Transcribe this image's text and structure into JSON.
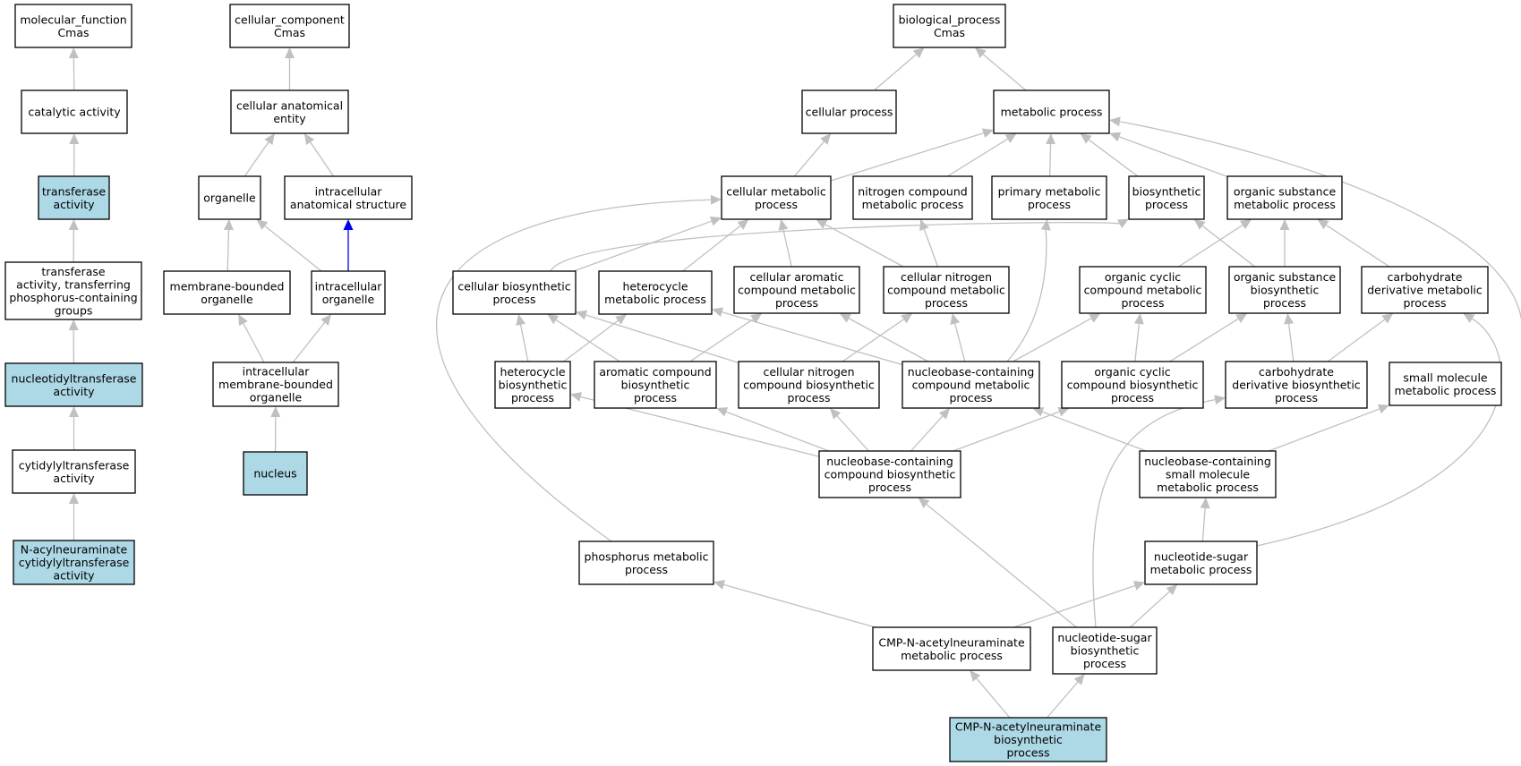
{
  "colors": {
    "highlight_fill": "#add8e6",
    "node_fill": "#ffffff",
    "edge_color": "#c0c0c0",
    "part_of_edge_color": "#0000ee"
  },
  "nodes": {
    "mf_root": {
      "lines": [
        "molecular_function",
        "Cmas"
      ],
      "highlight": false
    },
    "catalytic_activity": {
      "lines": [
        "catalytic activity"
      ],
      "highlight": false
    },
    "transferase_activity": {
      "lines": [
        "transferase",
        "activity"
      ],
      "highlight": true
    },
    "transferase_phosphorus": {
      "lines": [
        "transferase",
        "activity, transferring",
        "phosphorus-containing",
        "groups"
      ],
      "highlight": false
    },
    "nucleotidyltransferase": {
      "lines": [
        "nucleotidyltransferase",
        "activity"
      ],
      "highlight": true
    },
    "cytidylyltransferase": {
      "lines": [
        "cytidylyltransferase",
        "activity"
      ],
      "highlight": false
    },
    "neuraminate_cytidylyltransferase": {
      "lines": [
        "N-acylneuraminate",
        "cytidylyltransferase",
        "activity"
      ],
      "highlight": true
    },
    "cc_root": {
      "lines": [
        "cellular_component",
        "Cmas"
      ],
      "highlight": false
    },
    "cellular_anatomical_entity": {
      "lines": [
        "cellular anatomical",
        "entity"
      ],
      "highlight": false
    },
    "organelle": {
      "lines": [
        "organelle"
      ],
      "highlight": false
    },
    "intracellular_anatomical_structure": {
      "lines": [
        "intracellular",
        "anatomical structure"
      ],
      "highlight": false
    },
    "membrane_bounded_organelle": {
      "lines": [
        "membrane-bounded",
        "organelle"
      ],
      "highlight": false
    },
    "intracellular_organelle": {
      "lines": [
        "intracellular",
        "organelle"
      ],
      "highlight": false
    },
    "intracellular_mb_organelle": {
      "lines": [
        "intracellular",
        "membrane-bounded",
        "organelle"
      ],
      "highlight": false
    },
    "nucleus": {
      "lines": [
        "nucleus"
      ],
      "highlight": true
    },
    "bp_root": {
      "lines": [
        "biological_process",
        "Cmas"
      ],
      "highlight": false
    },
    "cellular_process": {
      "lines": [
        "cellular process"
      ],
      "highlight": false
    },
    "metabolic_process": {
      "lines": [
        "metabolic process"
      ],
      "highlight": false
    },
    "cellular_metabolic_process": {
      "lines": [
        "cellular metabolic",
        "process"
      ],
      "highlight": false
    },
    "nitrogen_compound_metabolic": {
      "lines": [
        "nitrogen compound",
        "metabolic process"
      ],
      "highlight": false
    },
    "primary_metabolic_process": {
      "lines": [
        "primary metabolic",
        "process"
      ],
      "highlight": false
    },
    "biosynthetic_process": {
      "lines": [
        "biosynthetic",
        "process"
      ],
      "highlight": false
    },
    "organic_substance_metabolic": {
      "lines": [
        "organic substance",
        "metabolic process"
      ],
      "highlight": false
    },
    "cellular_biosynthetic_process": {
      "lines": [
        "cellular biosynthetic",
        "process"
      ],
      "highlight": false
    },
    "heterocycle_metabolic_process": {
      "lines": [
        "heterocycle",
        "metabolic process"
      ],
      "highlight": false
    },
    "cellular_aromatic_compound_metabolic": {
      "lines": [
        "cellular aromatic",
        "compound metabolic",
        "process"
      ],
      "highlight": false
    },
    "cellular_nitrogen_compound_metabolic": {
      "lines": [
        "cellular nitrogen",
        "compound metabolic",
        "process"
      ],
      "highlight": false
    },
    "organic_cyclic_compound_metabolic": {
      "lines": [
        "organic cyclic",
        "compound metabolic",
        "process"
      ],
      "highlight": false
    },
    "organic_substance_biosynthetic": {
      "lines": [
        "organic substance",
        "biosynthetic",
        "process"
      ],
      "highlight": false
    },
    "carbohydrate_derivative_metabolic": {
      "lines": [
        "carbohydrate",
        "derivative metabolic",
        "process"
      ],
      "highlight": false
    },
    "heterocycle_biosynthetic": {
      "lines": [
        "heterocycle",
        "biosynthetic",
        "process"
      ],
      "highlight": false
    },
    "aromatic_compound_biosynthetic": {
      "lines": [
        "aromatic compound",
        "biosynthetic",
        "process"
      ],
      "highlight": false
    },
    "cellular_nitrogen_compound_biosynthetic": {
      "lines": [
        "cellular nitrogen",
        "compound biosynthetic",
        "process"
      ],
      "highlight": false
    },
    "nucleobase_compound_metabolic": {
      "lines": [
        "nucleobase-containing",
        "compound metabolic",
        "process"
      ],
      "highlight": false
    },
    "organic_cyclic_compound_biosynthetic": {
      "lines": [
        "organic cyclic",
        "compound biosynthetic",
        "process"
      ],
      "highlight": false
    },
    "carbohydrate_derivative_biosynthetic": {
      "lines": [
        "carbohydrate",
        "derivative biosynthetic",
        "process"
      ],
      "highlight": false
    },
    "small_molecule_metabolic": {
      "lines": [
        "small molecule",
        "metabolic process"
      ],
      "highlight": false
    },
    "nucleobase_compound_biosynthetic": {
      "lines": [
        "nucleobase-containing",
        "compound biosynthetic",
        "process"
      ],
      "highlight": false
    },
    "nucleobase_small_molecule_metabolic": {
      "lines": [
        "nucleobase-containing",
        "small molecule",
        "metabolic process"
      ],
      "highlight": false
    },
    "phosphorus_metabolic": {
      "lines": [
        "phosphorus metabolic",
        "process"
      ],
      "highlight": false
    },
    "nucleotide_sugar_metabolic": {
      "lines": [
        "nucleotide-sugar",
        "metabolic process"
      ],
      "highlight": false
    },
    "cmp_neu_metabolic": {
      "lines": [
        "CMP-N-acetylneuraminate",
        "metabolic process"
      ],
      "highlight": false
    },
    "nucleotide_sugar_biosynthetic": {
      "lines": [
        "nucleotide-sugar",
        "biosynthetic",
        "process"
      ],
      "highlight": false
    },
    "cmp_neu_biosynthetic": {
      "lines": [
        "CMP-N-acetylneuraminate",
        "biosynthetic",
        "process"
      ],
      "highlight": true
    }
  },
  "edges": [
    {
      "from": "catalytic_activity",
      "to": "mf_root"
    },
    {
      "from": "transferase_activity",
      "to": "catalytic_activity"
    },
    {
      "from": "transferase_phosphorus",
      "to": "transferase_activity"
    },
    {
      "from": "nucleotidyltransferase",
      "to": "transferase_phosphorus"
    },
    {
      "from": "cytidylyltransferase",
      "to": "nucleotidyltransferase"
    },
    {
      "from": "neuraminate_cytidylyltransferase",
      "to": "cytidylyltransferase"
    },
    {
      "from": "cellular_anatomical_entity",
      "to": "cc_root"
    },
    {
      "from": "organelle",
      "to": "cellular_anatomical_entity"
    },
    {
      "from": "intracellular_anatomical_structure",
      "to": "cellular_anatomical_entity"
    },
    {
      "from": "membrane_bounded_organelle",
      "to": "organelle"
    },
    {
      "from": "intracellular_organelle",
      "to": "organelle"
    },
    {
      "from": "intracellular_organelle",
      "to": "intracellular_anatomical_structure",
      "kind": "part_of"
    },
    {
      "from": "intracellular_mb_organelle",
      "to": "membrane_bounded_organelle"
    },
    {
      "from": "intracellular_mb_organelle",
      "to": "intracellular_organelle"
    },
    {
      "from": "nucleus",
      "to": "intracellular_mb_organelle"
    },
    {
      "from": "cellular_process",
      "to": "bp_root"
    },
    {
      "from": "metabolic_process",
      "to": "bp_root"
    },
    {
      "from": "cellular_metabolic_process",
      "to": "cellular_process"
    },
    {
      "from": "cellular_metabolic_process",
      "to": "metabolic_process"
    },
    {
      "from": "nitrogen_compound_metabolic",
      "to": "metabolic_process"
    },
    {
      "from": "primary_metabolic_process",
      "to": "metabolic_process"
    },
    {
      "from": "biosynthetic_process",
      "to": "metabolic_process"
    },
    {
      "from": "organic_substance_metabolic",
      "to": "metabolic_process"
    },
    {
      "from": "small_molecule_metabolic",
      "to": "metabolic_process"
    },
    {
      "from": "cellular_biosynthetic_process",
      "to": "cellular_metabolic_process"
    },
    {
      "from": "cellular_biosynthetic_process",
      "to": "biosynthetic_process"
    },
    {
      "from": "heterocycle_metabolic_process",
      "to": "cellular_metabolic_process"
    },
    {
      "from": "cellular_aromatic_compound_metabolic",
      "to": "cellular_metabolic_process"
    },
    {
      "from": "cellular_nitrogen_compound_metabolic",
      "to": "cellular_metabolic_process"
    },
    {
      "from": "cellular_nitrogen_compound_metabolic",
      "to": "nitrogen_compound_metabolic"
    },
    {
      "from": "organic_cyclic_compound_metabolic",
      "to": "organic_substance_metabolic"
    },
    {
      "from": "organic_substance_biosynthetic",
      "to": "organic_substance_metabolic"
    },
    {
      "from": "organic_substance_biosynthetic",
      "to": "biosynthetic_process"
    },
    {
      "from": "carbohydrate_derivative_metabolic",
      "to": "organic_substance_metabolic"
    },
    {
      "from": "heterocycle_biosynthetic",
      "to": "cellular_biosynthetic_process"
    },
    {
      "from": "heterocycle_biosynthetic",
      "to": "heterocycle_metabolic_process"
    },
    {
      "from": "aromatic_compound_biosynthetic",
      "to": "cellular_biosynthetic_process"
    },
    {
      "from": "aromatic_compound_biosynthetic",
      "to": "cellular_aromatic_compound_metabolic"
    },
    {
      "from": "cellular_nitrogen_compound_biosynthetic",
      "to": "cellular_biosynthetic_process"
    },
    {
      "from": "cellular_nitrogen_compound_biosynthetic",
      "to": "cellular_nitrogen_compound_metabolic"
    },
    {
      "from": "nucleobase_compound_metabolic",
      "to": "heterocycle_metabolic_process"
    },
    {
      "from": "nucleobase_compound_metabolic",
      "to": "cellular_aromatic_compound_metabolic"
    },
    {
      "from": "nucleobase_compound_metabolic",
      "to": "cellular_nitrogen_compound_metabolic"
    },
    {
      "from": "nucleobase_compound_metabolic",
      "to": "organic_cyclic_compound_metabolic"
    },
    {
      "from": "nucleobase_compound_metabolic",
      "to": "primary_metabolic_process"
    },
    {
      "from": "organic_cyclic_compound_biosynthetic",
      "to": "organic_cyclic_compound_metabolic"
    },
    {
      "from": "organic_cyclic_compound_biosynthetic",
      "to": "organic_substance_biosynthetic"
    },
    {
      "from": "carbohydrate_derivative_biosynthetic",
      "to": "organic_substance_biosynthetic"
    },
    {
      "from": "carbohydrate_derivative_biosynthetic",
      "to": "carbohydrate_derivative_metabolic"
    },
    {
      "from": "nucleobase_compound_biosynthetic",
      "to": "heterocycle_biosynthetic"
    },
    {
      "from": "nucleobase_compound_biosynthetic",
      "to": "aromatic_compound_biosynthetic"
    },
    {
      "from": "nucleobase_compound_biosynthetic",
      "to": "cellular_nitrogen_compound_biosynthetic"
    },
    {
      "from": "nucleobase_compound_biosynthetic",
      "to": "nucleobase_compound_metabolic"
    },
    {
      "from": "nucleobase_compound_biosynthetic",
      "to": "organic_cyclic_compound_biosynthetic"
    },
    {
      "from": "nucleobase_small_molecule_metabolic",
      "to": "nucleobase_compound_metabolic"
    },
    {
      "from": "nucleobase_small_molecule_metabolic",
      "to": "small_molecule_metabolic"
    },
    {
      "from": "phosphorus_metabolic",
      "to": "cellular_metabolic_process"
    },
    {
      "from": "nucleotide_sugar_metabolic",
      "to": "nucleobase_small_molecule_metabolic"
    },
    {
      "from": "nucleotide_sugar_metabolic",
      "to": "carbohydrate_derivative_metabolic"
    },
    {
      "from": "cmp_neu_metabolic",
      "to": "phosphorus_metabolic"
    },
    {
      "from": "cmp_neu_metabolic",
      "to": "nucleotide_sugar_metabolic"
    },
    {
      "from": "nucleotide_sugar_biosynthetic",
      "to": "nucleobase_compound_biosynthetic"
    },
    {
      "from": "nucleotide_sugar_biosynthetic",
      "to": "nucleotide_sugar_metabolic"
    },
    {
      "from": "nucleotide_sugar_biosynthetic",
      "to": "carbohydrate_derivative_biosynthetic"
    },
    {
      "from": "cmp_neu_biosynthetic",
      "to": "cmp_neu_metabolic"
    },
    {
      "from": "cmp_neu_biosynthetic",
      "to": "nucleotide_sugar_biosynthetic"
    }
  ]
}
